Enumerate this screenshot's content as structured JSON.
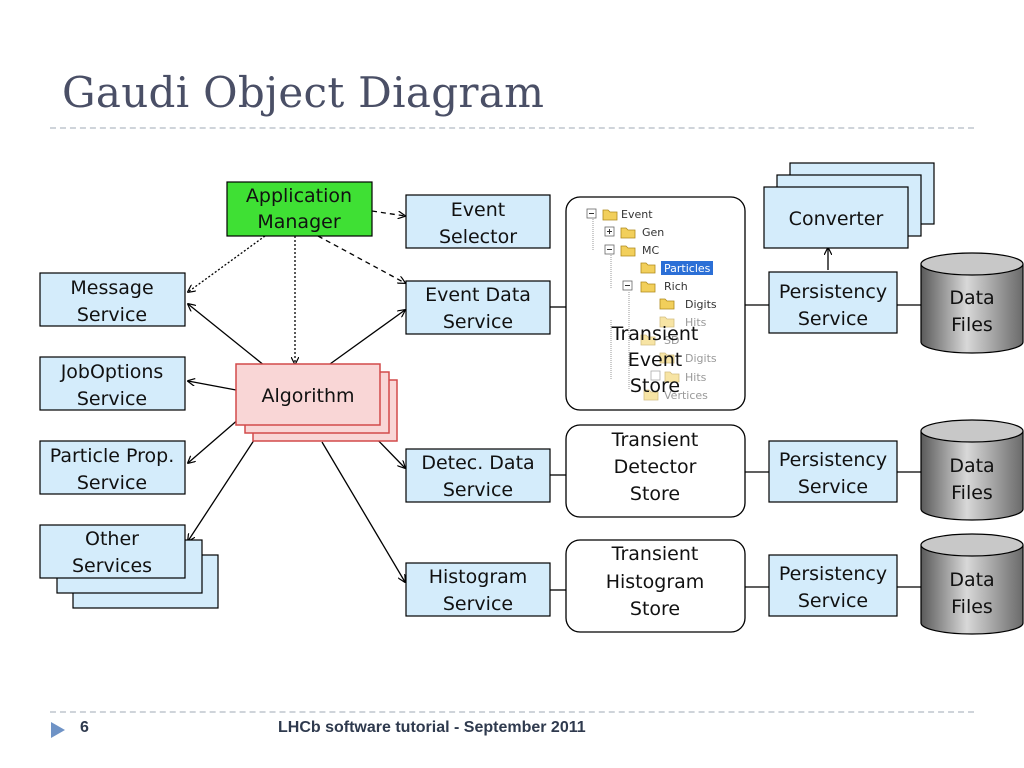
{
  "slide": {
    "title": "Gaudi Object Diagram",
    "page_number": "6",
    "footer": "LHCb software tutorial - September 2011"
  },
  "diagram": {
    "application_manager": [
      "Application",
      "Manager"
    ],
    "event_selector": [
      "Event",
      "Selector"
    ],
    "message_service": [
      "Message",
      "Service"
    ],
    "joboptions_service": [
      "JobOptions",
      "Service"
    ],
    "particle_prop_service": [
      "Particle Prop.",
      "Service"
    ],
    "other_services": [
      "Other",
      "Services"
    ],
    "algorithm": "Algorithm",
    "event_data_service": [
      "Event Data",
      "Service"
    ],
    "detec_data_service": [
      "Detec. Data",
      "Service"
    ],
    "histogram_service": [
      "Histogram",
      "Service"
    ],
    "transient_event_store": [
      "Transient",
      "Event",
      "Store"
    ],
    "transient_detector_store": [
      "Transient",
      "Detector",
      "Store"
    ],
    "transient_histogram_store": [
      "Transient",
      "Histogram",
      "Store"
    ],
    "converter": "Converter",
    "persistency_service": [
      "Persistency",
      "Service"
    ],
    "data_files": [
      "Data",
      "Files"
    ],
    "event_tree": [
      "Event",
      "Gen",
      "MC",
      "Particles",
      "Rich",
      "Digits",
      "Hits",
      "SD",
      "Digits",
      "Hits",
      "Vertices"
    ]
  },
  "colors": {
    "service_fill": "#d4ecfb",
    "app_manager_fill": "#3fe034",
    "algorithm_fill": "#f9d6d6",
    "algorithm_border": "#d24a4a",
    "title_color": "#4a4f66",
    "footer_color": "#2f3a4e",
    "accent_arrow": "#5f8fc7"
  }
}
